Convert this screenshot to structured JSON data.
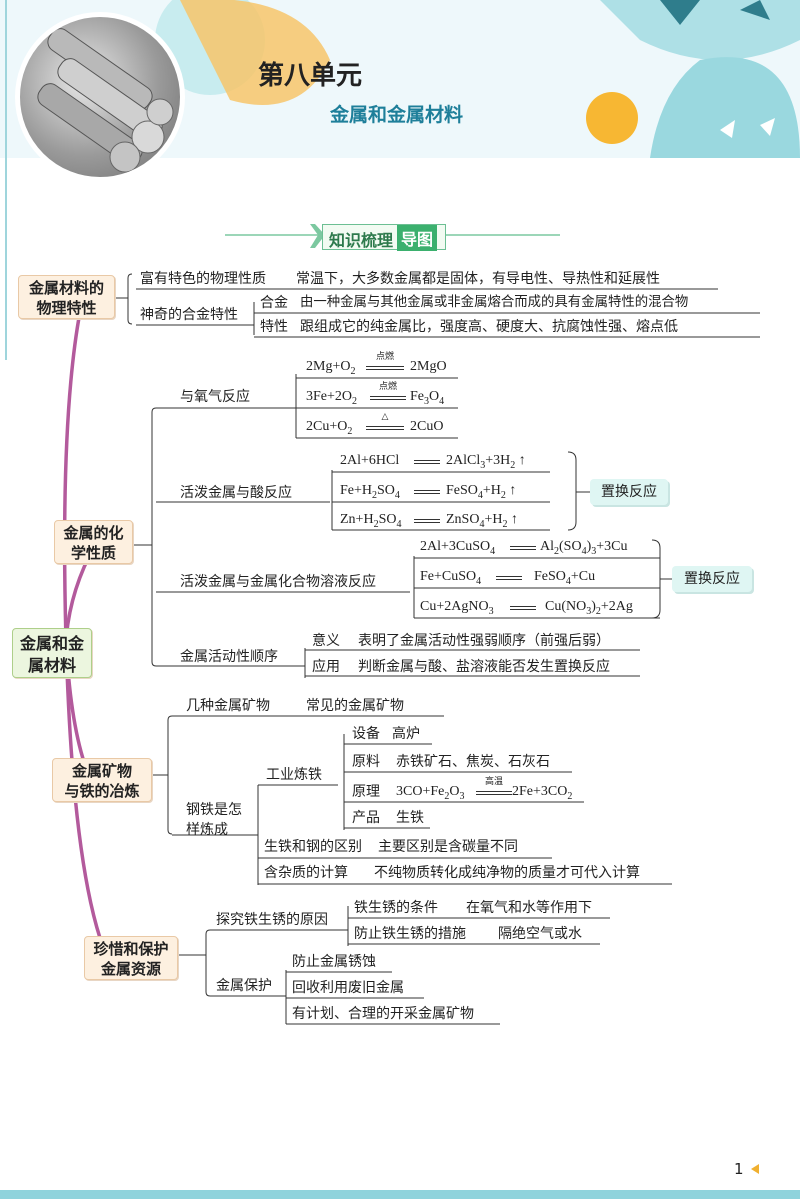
{
  "header": {
    "unit_title": "第八单元",
    "unit_subtitle": "金属和金属材料"
  },
  "banner": {
    "part1": "知识梳理",
    "part2": "导图"
  },
  "root": "金属和金\n属材料",
  "branch1": {
    "title": "金属材料的\n物理特性",
    "p1_label": "富有特色的物理性质",
    "p1_text": "常温下，大多数金属都是固体，有导电性、导热性和延展性",
    "p2_label": "神奇的合金特性",
    "alloy_label": "合金",
    "alloy_text": "由一种金属与其他金属或非金属熔合而成的具有金属特性的混合物",
    "feature_label": "特性",
    "feature_text": "跟组成它的纯金属比，强度高、硬度大、抗腐蚀性强、熔点低"
  },
  "branch2": {
    "title": "金属的化\n学性质",
    "oxygen": {
      "label": "与氧气反应",
      "cond_fire": "点燃",
      "cond_heat": "△"
    },
    "acid": {
      "label": "活泼金属与酸反应",
      "tag": "置换反应"
    },
    "salt": {
      "label": "活泼金属与金属化合物溶液反应",
      "tag": "置换反应"
    },
    "activity": {
      "label": "金属活动性顺序",
      "meaning_label": "意义",
      "meaning_text": "表明了金属活动性强弱顺序（前强后弱）",
      "use_label": "应用",
      "use_text": "判断金属与酸、盐溶液能否发生置换反应"
    }
  },
  "branch3": {
    "title": "金属矿物\n与铁的冶炼",
    "ore_label": "几种金属矿物",
    "ore_text": "常见的金属矿物",
    "steel_label": "钢铁是怎\n样炼成",
    "industry_label": "工业炼铁",
    "equip_label": "设备",
    "equip_text": "高炉",
    "material_label": "原料",
    "material_text": "赤铁矿石、焦炭、石灰石",
    "principle_label": "原理",
    "principle_cond": "高温",
    "product_label": "产品",
    "product_text": "生铁",
    "diff_label": "生铁和钢的区别",
    "diff_text": "主要区别是含碳量不同",
    "impurity_label": "含杂质的计算",
    "impurity_text": "不纯物质转化成纯净物的质量才可代入计算"
  },
  "branch4": {
    "title": "珍惜和保护\n金属资源",
    "rust_label": "探究铁生锈的原因",
    "rust_cond_label": "铁生锈的条件",
    "rust_cond_text": "在氧气和水等作用下",
    "prevent_label": "防止铁生锈的措施",
    "prevent_text": "隔绝空气或水",
    "protect_label": "金属保护",
    "protect_items": [
      "防止金属锈蚀",
      "回收利用废旧金属",
      "有计划、合理的开采金属矿物"
    ]
  },
  "page_number": "1"
}
